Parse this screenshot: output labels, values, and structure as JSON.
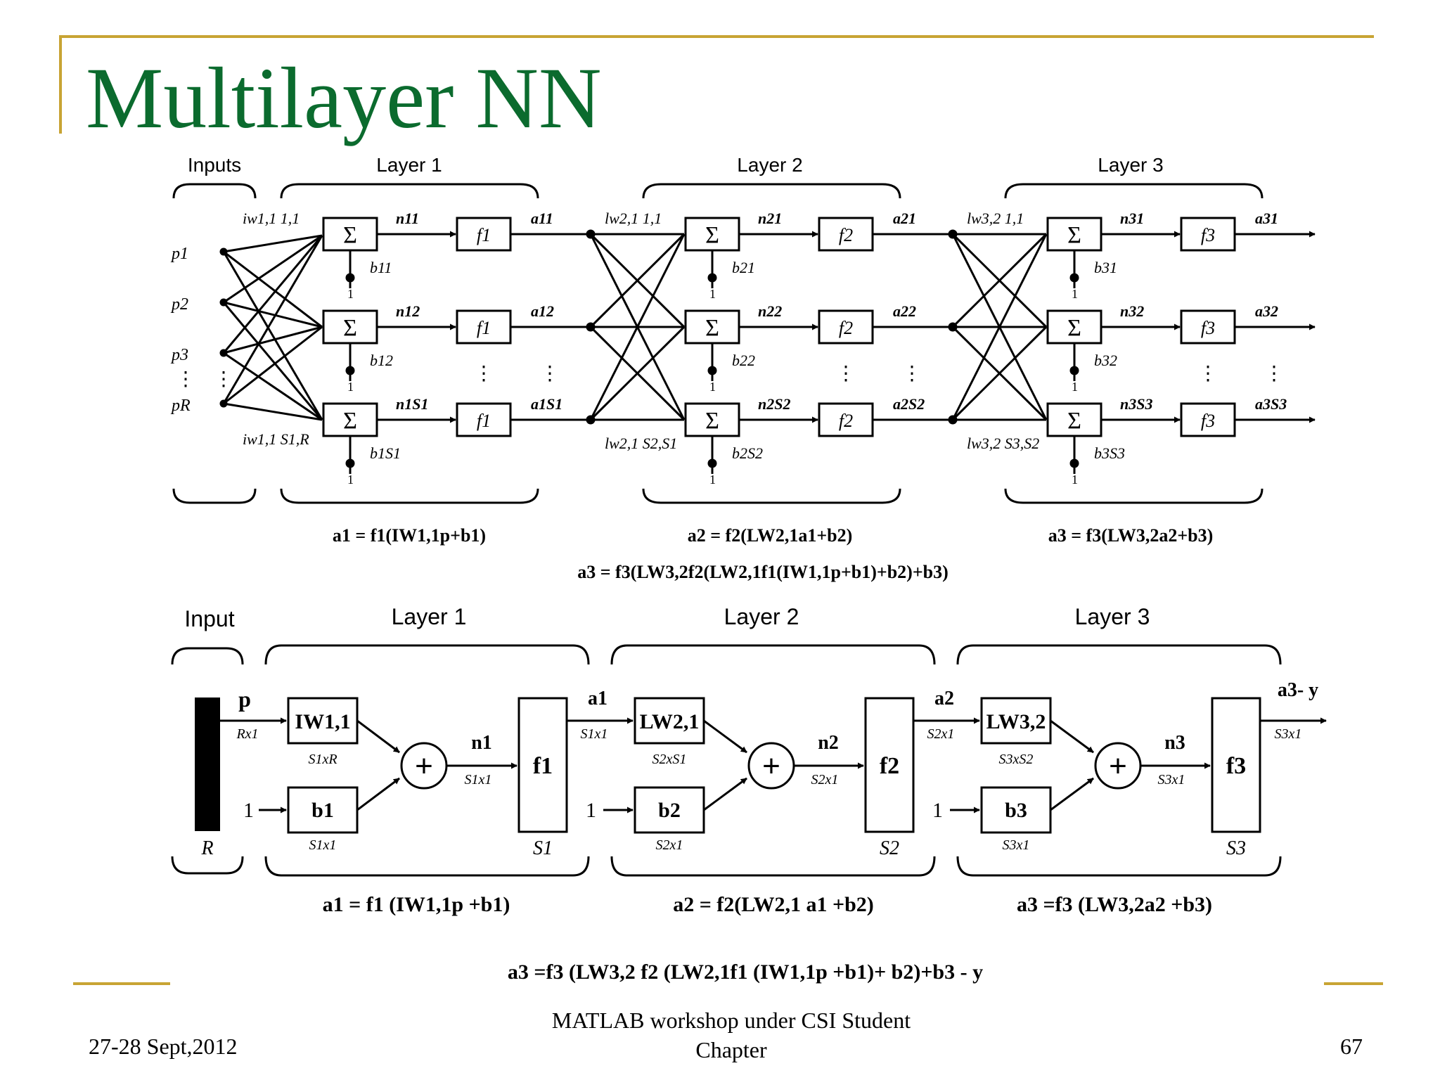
{
  "slide": {
    "title": "Multilayer NN",
    "footer_date": "27-28 Sept,2012",
    "footer_center_line1": "MATLAB workshop under CSI Student",
    "footer_center_line2": "Chapter",
    "page_number": "67"
  },
  "top_diagram": {
    "inputs_label": "Inputs",
    "layer1_label": "Layer 1",
    "layer2_label": "Layer 2",
    "layer3_label": "Layer 3",
    "inputs": [
      "p1",
      "p2",
      "p3",
      "pR"
    ],
    "sum_symbol": "Σ",
    "bias_one": "1",
    "dots": "⋮",
    "weights": {
      "l1_top": "iw1,1 1,1",
      "l1_bottom": "iw1,1 S1,R",
      "l2_top": "lw2,1 1,1",
      "l2_bottom": "lw2,1 S2,S1",
      "l3_top": "lw3,2 1,1",
      "l3_bottom": "lw3,2 S3,S2"
    },
    "layer1": {
      "transfer": "f1",
      "n": [
        "n11",
        "n12",
        "n1S1"
      ],
      "a": [
        "a11",
        "a12",
        "a1S1"
      ],
      "b": [
        "b11",
        "b12",
        "b1S1"
      ]
    },
    "layer2": {
      "transfer": "f2",
      "n": [
        "n21",
        "n22",
        "n2S2"
      ],
      "a": [
        "a21",
        "a22",
        "a2S2"
      ],
      "b": [
        "b21",
        "b22",
        "b2S2"
      ]
    },
    "layer3": {
      "transfer": "f3",
      "n": [
        "n31",
        "n32",
        "n3S3"
      ],
      "a": [
        "a31",
        "a32",
        "a3S3"
      ],
      "b": [
        "b31",
        "b32",
        "b3S3"
      ]
    },
    "eq1": "a1 = f1(IW1,1p+b1)",
    "eq2": "a2 = f2(LW2,1a1+b2)",
    "eq3": "a3 = f3(LW3,2a2+b3)",
    "eq_full": "a3 = f3(LW3,2f2(LW2,1f1(IW1,1p+b1)+b2)+b3)"
  },
  "bottom_diagram": {
    "input_label": "Input",
    "layer1_label": "Layer 1",
    "layer2_label": "Layer 2",
    "layer3_label": "Layer 3",
    "input_p": "p",
    "input_dim": "Rx1",
    "input_R": "R",
    "one": "1",
    "plus": "+",
    "layer1": {
      "weight": "IW1,1",
      "weight_dim": "S1xR",
      "bias": "b1",
      "bias_dim": "S1x1",
      "n": "n1",
      "n_dim": "S1x1",
      "f": "f1",
      "f_dim": "S1",
      "a": "a1",
      "a_dim": "S1x1"
    },
    "layer2": {
      "weight": "LW2,1",
      "weight_dim": "S2xS1",
      "bias": "b2",
      "bias_dim": "S2x1",
      "n": "n2",
      "n_dim": "S2x1",
      "f": "f2",
      "f_dim": "S2",
      "a": "a2",
      "a_dim": "S2x1"
    },
    "layer3": {
      "weight": "LW3,2",
      "weight_dim": "S3xS2",
      "bias": "b3",
      "bias_dim": "S3x1",
      "n": "n3",
      "n_dim": "S3x1",
      "f": "f3",
      "f_dim": "S3",
      "a": "a3- y",
      "a_dim": "S3x1"
    },
    "eq1": "a1 = f1 (IW1,1p +b1)",
    "eq2": "a2 = f2(LW2,1 a1 +b2)",
    "eq3": "a3 =f3 (LW3,2a2 +b3)",
    "eq_full": "a3 =f3 (LW3,2 f2 (LW2,1f1 (IW1,1p +b1)+ b2)+b3 - y"
  },
  "colors": {
    "title": "#0b6b2e",
    "rule": "#c8a434",
    "ink": "#000000"
  }
}
